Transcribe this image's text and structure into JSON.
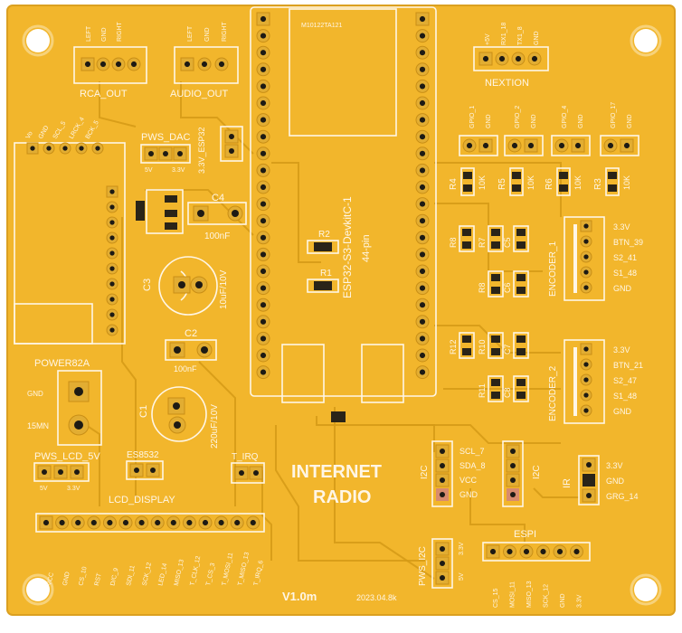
{
  "board": {
    "title_line1": "INTERNET",
    "title_line2": "RADIO",
    "version": "V1.0m",
    "date": "2023.04.8k",
    "colors": {
      "board": "#f2b62c",
      "silk": "#fff6e6",
      "pad": "#e2ad32",
      "hole": "#1d1a14"
    }
  },
  "labels": {
    "rca_out": "RCA_OUT",
    "audio_out": "AUDIO_OUT",
    "nextion": "NEXTION",
    "pws_dac": "PWS_DAC",
    "esp32_pwr": "3.3V_ESP32",
    "v5": "5V",
    "v33": "3.3V",
    "esp32_board": "ESP32-S3-DevkitC-1",
    "pins44": "44-pin",
    "c4": "C4",
    "c4_value": "100nF",
    "c3": "C3",
    "c3_value": "10uF/10V",
    "c2": "C2",
    "c2_value": "100nF",
    "c1": "C1",
    "c1_value": "220uF/10V",
    "power82a": "POWER82A",
    "gnd_side": "GND",
    "pwr_in": "15MN",
    "pws_lcd": "PWS_LCD_5V",
    "es8532": "ES8532",
    "lcd_display": "LCD_DISPLAY",
    "t_irq": "T_IRQ",
    "r1": "R1",
    "r2": "R2",
    "encoder1": "ENCODER_1",
    "encoder2": "ENCODER_2",
    "i2c": "I2C",
    "ir": "IR",
    "espi": "ESPI",
    "pws_i2c": "PWS_I2C"
  },
  "gpio_headers": [
    "GPIO_1",
    "GND",
    "GPIO_2",
    "GND",
    "GPIO_4",
    "GND",
    "GPIO_17",
    "GND"
  ],
  "resistors_gpio": [
    {
      "name": "R4",
      "value": "10K"
    },
    {
      "name": "R5",
      "value": "10K"
    },
    {
      "name": "R6",
      "value": "10K"
    },
    {
      "name": "R3",
      "value": "10K"
    }
  ],
  "nextion_pins": [
    "+5V",
    "RX1_18",
    "TX1_8",
    "GND"
  ],
  "rca_pins": [
    "LEFT",
    "GND",
    "RIGHT"
  ],
  "encoder1_pins": [
    "3.3V",
    "BTN_39",
    "S2_41",
    "S1_48",
    "GND"
  ],
  "encoder2_pins": [
    "3.3V",
    "BTN_21",
    "S2_47",
    "S1_48",
    "GND"
  ],
  "i2c_pins": [
    "SCL_7",
    "SDA_8",
    "VCC",
    "GND"
  ],
  "ir_pins": [
    "3.3V",
    "GND",
    "GRG_14"
  ],
  "lcd_pins": [
    "VCC",
    "GND",
    "CS_10",
    "RST",
    "D/C_9",
    "SDI_11",
    "SCK_12",
    "LED_14",
    "MISO_13",
    "T_CLK_12",
    "T_CS_3",
    "T_MOSI_11",
    "T_MISO_13",
    "T_IRQ_6"
  ],
  "espi_pins": [
    "CS_15",
    "MOSI_11",
    "MISO_13",
    "SCK_12",
    "GND",
    "3.3V"
  ],
  "encoder_parts": [
    "R8",
    "R7",
    "C5",
    "R8",
    "C6",
    "R12",
    "R10",
    "C7",
    "R11",
    "C8"
  ]
}
